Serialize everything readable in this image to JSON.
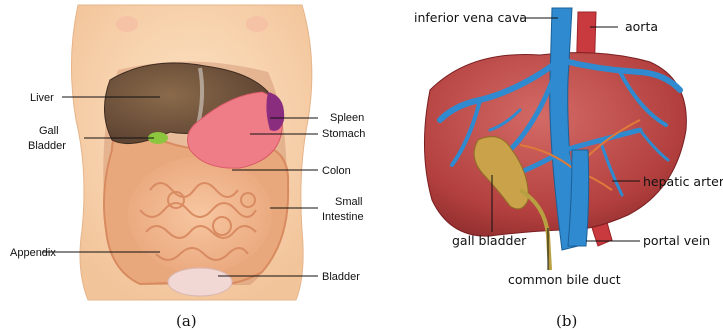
{
  "panel_a": {
    "caption": "(a)",
    "labels": {
      "liver": "Liver",
      "gall_bladder_1": "Gall",
      "gall_bladder_2": "Bladder",
      "appendix": "Appendix",
      "spleen": "Spleen",
      "stomach": "Stomach",
      "colon": "Colon",
      "small_intestine_1": "Small",
      "small_intestine_2": "Intestine",
      "bladder": "Bladder"
    }
  },
  "panel_b": {
    "caption": "(b)",
    "labels": {
      "inferior_vena_cava": "inferior vena cava",
      "aorta": "aorta",
      "hepatic_artery": "hepatic artery",
      "gall_bladder": "gall bladder",
      "portal_vein": "portal vein",
      "common_bile_duct": "common bile duct"
    }
  }
}
